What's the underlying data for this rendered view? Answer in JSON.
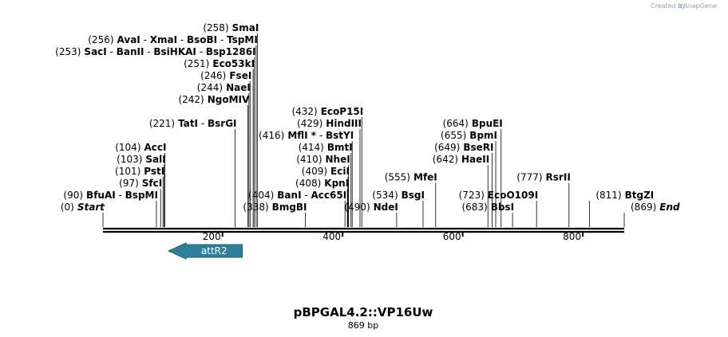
{
  "credit": {
    "text": "Created by",
    "brand": "SnapGene"
  },
  "plasmid": {
    "name": "pBPGAL4.2::VP16Uw",
    "size_label": "869 bp",
    "length": 869
  },
  "ticks": [
    {
      "pos": 200,
      "label": "200"
    },
    {
      "pos": 400,
      "label": "400"
    },
    {
      "pos": 600,
      "label": "600"
    },
    {
      "pos": 800,
      "label": "800"
    }
  ],
  "features": [
    {
      "name": "attR2",
      "start": 110,
      "end": 233,
      "direction": "reverse",
      "color": "#2e7f97"
    }
  ],
  "sites": [
    {
      "pos": 1,
      "pos_label": "(0)",
      "label_parts": [
        "Start"
      ],
      "style": "italic",
      "row": 0,
      "side": "left"
    },
    {
      "pos": 338,
      "pos_label": "(338)",
      "label_parts": [
        "BmgBI"
      ],
      "row": 0,
      "side": "left"
    },
    {
      "pos": 490,
      "pos_label": "(490)",
      "label_parts": [
        "NdeI"
      ],
      "row": 0,
      "side": "left"
    },
    {
      "pos": 683,
      "pos_label": "(683)",
      "label_parts": [
        "BbsI"
      ],
      "row": 0,
      "side": "left"
    },
    {
      "pos": 869,
      "pos_label": "(869)",
      "label_parts": [
        "End"
      ],
      "style": "italic",
      "row": 0,
      "side": "right"
    },
    {
      "pos": 90,
      "pos_label": "(90)",
      "label_parts": [
        "BfuAI",
        "BspMI"
      ],
      "row": 1,
      "side": "left"
    },
    {
      "pos": 404,
      "pos_label": "(404)",
      "label_parts": [
        "BanI",
        "Acc65I"
      ],
      "row": 1,
      "side": "left"
    },
    {
      "pos": 534,
      "pos_label": "(534)",
      "label_parts": [
        "BsgI"
      ],
      "row": 1,
      "side": "left"
    },
    {
      "pos": 723,
      "pos_label": "(723)",
      "label_parts": [
        "EcoO109I"
      ],
      "row": 1,
      "side": "left"
    },
    {
      "pos": 811,
      "pos_label": "(811)",
      "label_parts": [
        "BtgZI"
      ],
      "row": 1,
      "side": "right"
    },
    {
      "pos": 97,
      "pos_label": "(97)",
      "label_parts": [
        "SfcI"
      ],
      "row": 2,
      "side": "left"
    },
    {
      "pos": 408,
      "pos_label": "(408)",
      "label_parts": [
        "KpnI"
      ],
      "row": 2,
      "side": "left"
    },
    {
      "pos": 555,
      "pos_label": "(555)",
      "label_parts": [
        "MfeI"
      ],
      "row": 2.5,
      "side": "left"
    },
    {
      "pos": 101,
      "pos_label": "(101)",
      "label_parts": [
        "PstI"
      ],
      "row": 3,
      "side": "left"
    },
    {
      "pos": 409,
      "pos_label": "(409)",
      "label_parts": [
        "EciI"
      ],
      "row": 3,
      "side": "left"
    },
    {
      "pos": 777,
      "pos_label": "(777)",
      "label_parts": [
        "RsrII"
      ],
      "row": 2.5,
      "side": "left"
    },
    {
      "pos": 103,
      "pos_label": "(103)",
      "label_parts": [
        "SalI"
      ],
      "row": 4,
      "side": "left"
    },
    {
      "pos": 410,
      "pos_label": "(410)",
      "label_parts": [
        "NheI"
      ],
      "row": 4,
      "side": "left"
    },
    {
      "pos": 642,
      "pos_label": "(642)",
      "label_parts": [
        "HaeII"
      ],
      "row": 4,
      "side": "left"
    },
    {
      "pos": 104,
      "pos_label": "(104)",
      "label_parts": [
        "AccI"
      ],
      "row": 5,
      "side": "left"
    },
    {
      "pos": 414,
      "pos_label": "(414)",
      "label_parts": [
        "BmtI"
      ],
      "row": 5,
      "side": "left"
    },
    {
      "pos": 649,
      "pos_label": "(649)",
      "label_parts": [
        "BseRI"
      ],
      "row": 5,
      "side": "left"
    },
    {
      "pos": 416,
      "pos_label": "(416)",
      "label_parts": [
        "MflI *",
        "BstYI"
      ],
      "row": 6,
      "side": "left"
    },
    {
      "pos": 655,
      "pos_label": "(655)",
      "label_parts": [
        "BpmI"
      ],
      "row": 6,
      "side": "left"
    },
    {
      "pos": 221,
      "pos_label": "(221)",
      "label_parts": [
        "TatI",
        "BsrGI"
      ],
      "row": 7,
      "side": "left"
    },
    {
      "pos": 429,
      "pos_label": "(429)",
      "label_parts": [
        "HindIII"
      ],
      "row": 7,
      "side": "left"
    },
    {
      "pos": 664,
      "pos_label": "(664)",
      "label_parts": [
        "BpuEI"
      ],
      "row": 7,
      "side": "left"
    },
    {
      "pos": 432,
      "pos_label": "(432)",
      "label_parts": [
        "EcoP15I"
      ],
      "row": 8,
      "side": "left"
    },
    {
      "pos": 242,
      "pos_label": "(242)",
      "label_parts": [
        "NgoMIV"
      ],
      "row": 9,
      "side": "left"
    },
    {
      "pos": 244,
      "pos_label": "(244)",
      "label_parts": [
        "NaeI"
      ],
      "row": 10,
      "side": "left"
    },
    {
      "pos": 246,
      "pos_label": "(246)",
      "label_parts": [
        "FseI"
      ],
      "row": 11,
      "side": "left"
    },
    {
      "pos": 251,
      "pos_label": "(251)",
      "label_parts": [
        "Eco53kI"
      ],
      "row": 12,
      "side": "left"
    },
    {
      "pos": 253,
      "pos_label": "(253)",
      "label_parts": [
        "SacI",
        "BanII",
        "BsiHKAI",
        "Bsp1286I"
      ],
      "row": 13,
      "side": "left"
    },
    {
      "pos": 256,
      "pos_label": "(256)",
      "label_parts": [
        "AvaI",
        "XmaI",
        "BsoBI",
        "TspMI"
      ],
      "row": 14,
      "side": "left"
    },
    {
      "pos": 258,
      "pos_label": "(258)",
      "label_parts": [
        "SmaI"
      ],
      "row": 15,
      "side": "left"
    }
  ]
}
